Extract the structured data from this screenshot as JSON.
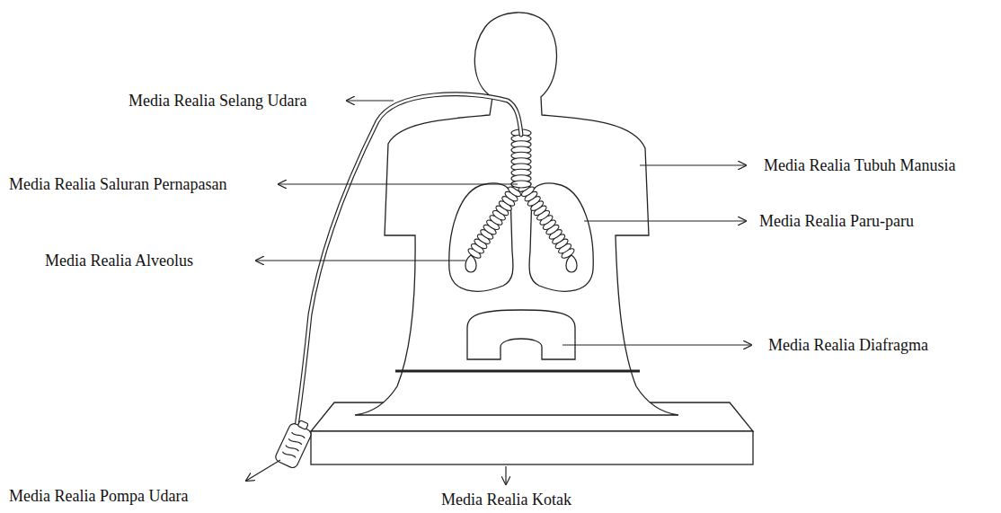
{
  "diagram": {
    "labels": [
      "Media Realia Selang Udara",
      "Media Realia Saluran Pernapasan",
      "Media Realia Alveolus",
      "Media Realia Pompa Udara",
      "Media Realia Tubuh Manusia",
      "Media Realia Paru-paru",
      "Media Realia Diafragma",
      "Media Realia Kotak"
    ]
  }
}
